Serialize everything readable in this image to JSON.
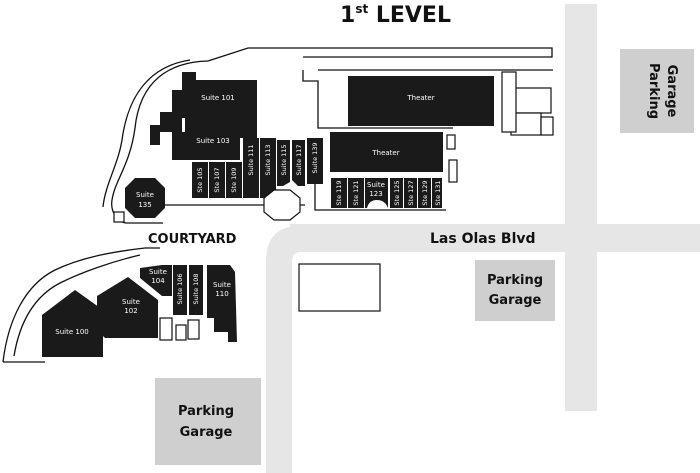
{
  "title": {
    "main": "1",
    "sup": "st",
    "rest": " LEVEL"
  },
  "street": "Las Olas Blvd",
  "courtyard": "COURTYARD",
  "garages": [
    {
      "line1": "Parking",
      "line2": "Garage"
    },
    {
      "line1": "Parking",
      "line2": "Garage"
    },
    {
      "line1": "Parking",
      "line2": "Garage"
    }
  ],
  "theaters": [
    "Theater",
    "Theater"
  ],
  "suites": {
    "s100": [
      "Suite 100"
    ],
    "s101": [
      "Suite 101"
    ],
    "s102": [
      "Suite",
      "102"
    ],
    "s103": [
      "Suite 103"
    ],
    "s104": [
      "Suite",
      "104"
    ],
    "s105": "Ste 105",
    "s106": "Suite 106",
    "s107": "Ste 107",
    "s108": "Suite 108",
    "s109": "Ste 109",
    "s110": [
      "Suite",
      "110"
    ],
    "s111": "Suite 111",
    "s113": "Suite 113",
    "s115": "Suite 115",
    "s117": "Suite 117",
    "s119": "Ste 119",
    "s121": "Ste 121",
    "s123": [
      "Suite",
      "123"
    ],
    "s125": "Ste 125",
    "s127": "Ste 127",
    "s129": "Ste 129",
    "s131": "Ste 131",
    "s135": [
      "Suite",
      "135"
    ],
    "s139": "Suite 139"
  }
}
